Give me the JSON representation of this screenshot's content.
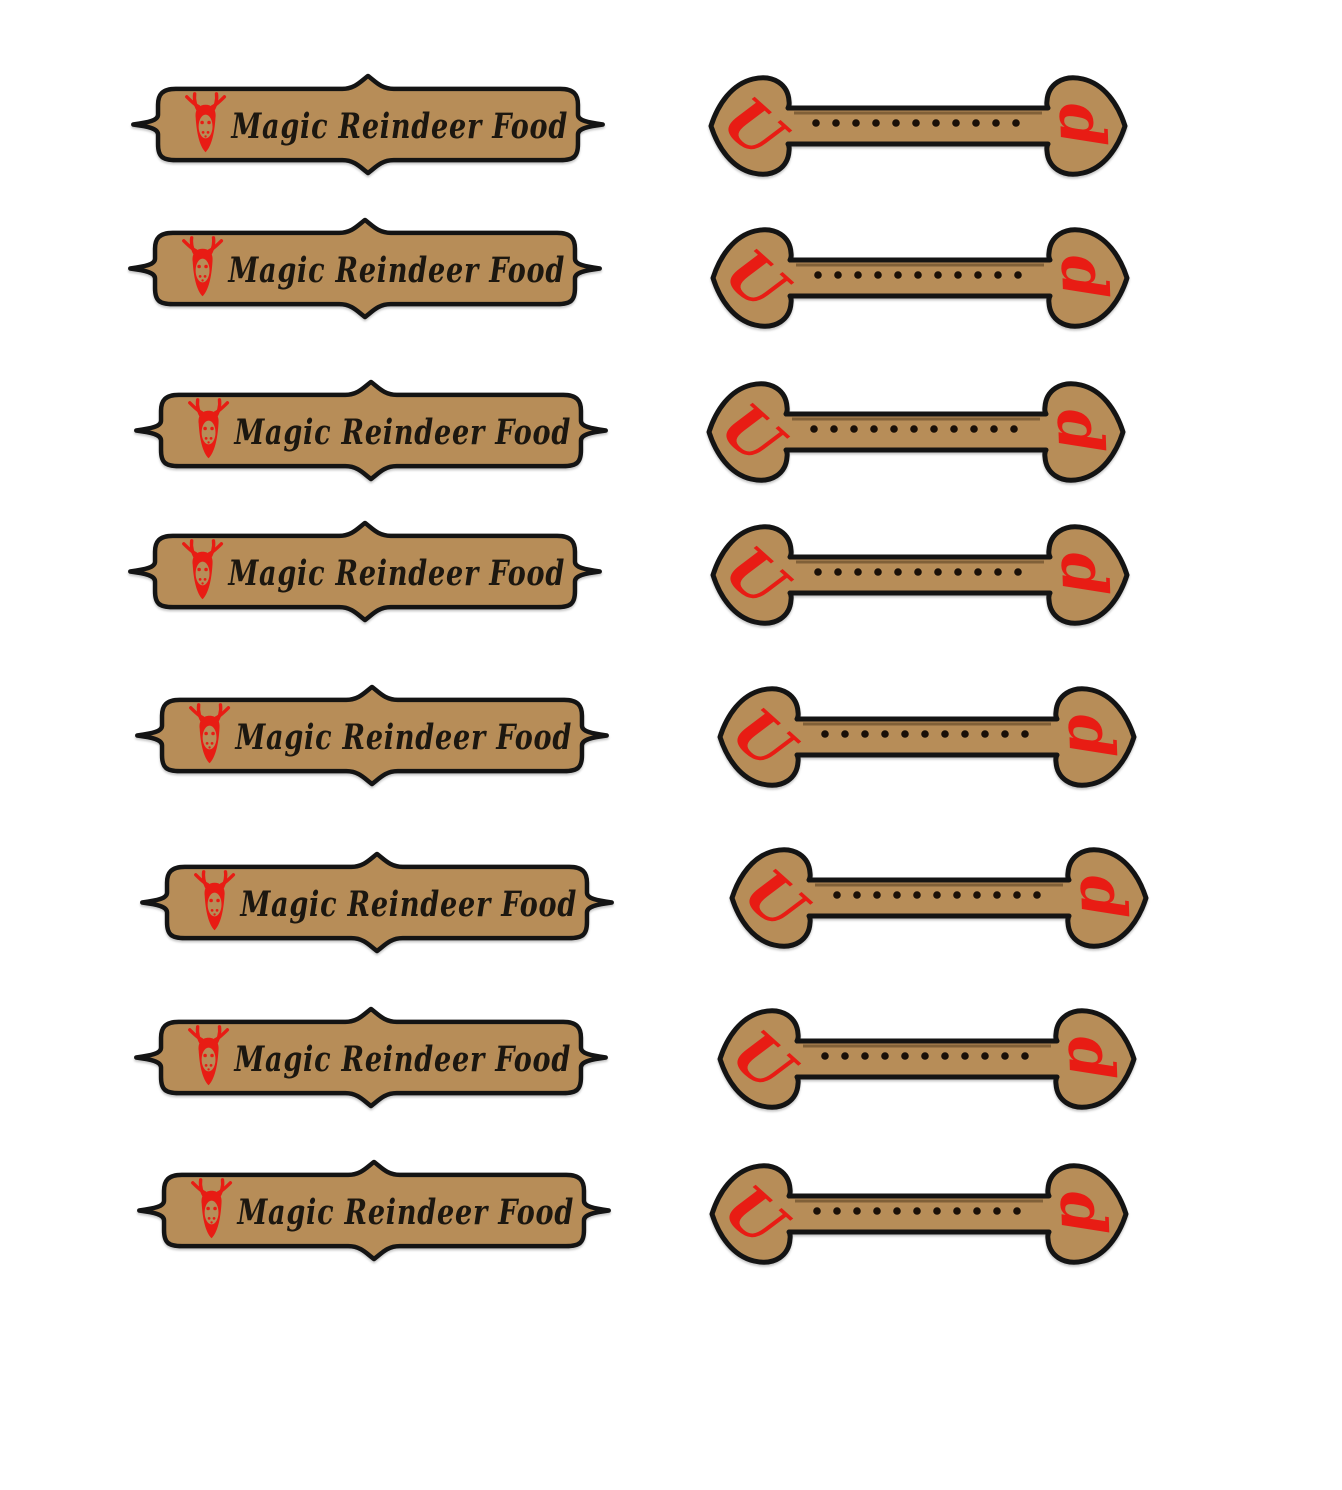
{
  "page": {
    "background": "#ffffff"
  },
  "colors": {
    "tan": "#b78d58",
    "red": "#e81c14",
    "outline": "#141414",
    "text": "#1c1710",
    "dot": "#1a1008"
  },
  "label": {
    "text": "Magic Reindeer Food",
    "icon": "reindeer-head-icon"
  },
  "arrow": {
    "dot_count": 11,
    "left_letter": "U",
    "right_letter": "d"
  },
  "rows": [
    {
      "label_text": "Magic Reindeer Food",
      "left_letter": "U",
      "right_letter": "d"
    },
    {
      "label_text": "Magic Reindeer Food",
      "left_letter": "U",
      "right_letter": "d"
    },
    {
      "label_text": "Magic Reindeer Food",
      "left_letter": "U",
      "right_letter": "d"
    },
    {
      "label_text": "Magic Reindeer Food",
      "left_letter": "U",
      "right_letter": "d"
    },
    {
      "label_text": "Magic Reindeer Food",
      "left_letter": "U",
      "right_letter": "d"
    },
    {
      "label_text": "Magic Reindeer Food",
      "left_letter": "U",
      "right_letter": "d"
    },
    {
      "label_text": "Magic Reindeer Food",
      "left_letter": "U",
      "right_letter": "d"
    },
    {
      "label_text": "Magic Reindeer Food",
      "left_letter": "U",
      "right_letter": "d"
    }
  ]
}
